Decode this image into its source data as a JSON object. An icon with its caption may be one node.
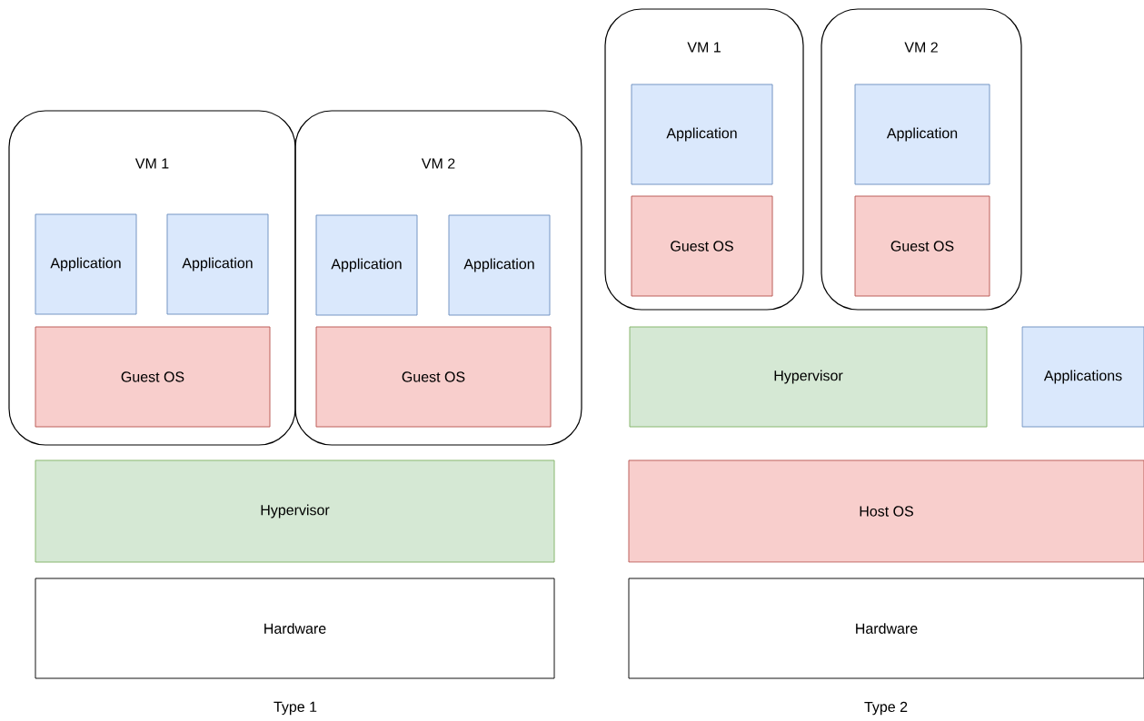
{
  "diagram": {
    "nodes": [
      {
        "text": [
          "VM 1"
        ]
      },
      {
        "text": [
          "Application"
        ],
        "in": 0
      },
      {
        "text": [
          "Application"
        ],
        "in": 0
      },
      {
        "text": [
          "Guest OS"
        ],
        "in": 0
      },
      {
        "text": [
          "VM 2"
        ]
      },
      {
        "text": [
          "Application"
        ],
        "in": 4
      },
      {
        "text": [
          "Application"
        ],
        "in": 4
      },
      {
        "text": [
          "Guest OS"
        ],
        "in": 4
      },
      {
        "text": [
          "Hypervisor"
        ]
      },
      {
        "text": [
          "Hardware"
        ]
      },
      {
        "text": [
          "VM 1"
        ]
      },
      {
        "text": [
          "Application"
        ],
        "in": 10
      },
      {
        "text": [
          "Guest OS"
        ],
        "in": 10
      },
      {
        "text": [
          "VM 2"
        ]
      },
      {
        "text": [
          "Application"
        ],
        "in": 13
      },
      {
        "text": [
          "Guest OS"
        ],
        "in": 13
      },
      {
        "text": [
          "Hypervisor"
        ]
      },
      {
        "text": [
          "Applications"
        ]
      },
      {
        "text": [
          "Host OS"
        ]
      },
      {
        "text": [
          "Hardware"
        ]
      }
    ],
    "labels": [
      "Type 1",
      "Type 2"
    ]
  }
}
